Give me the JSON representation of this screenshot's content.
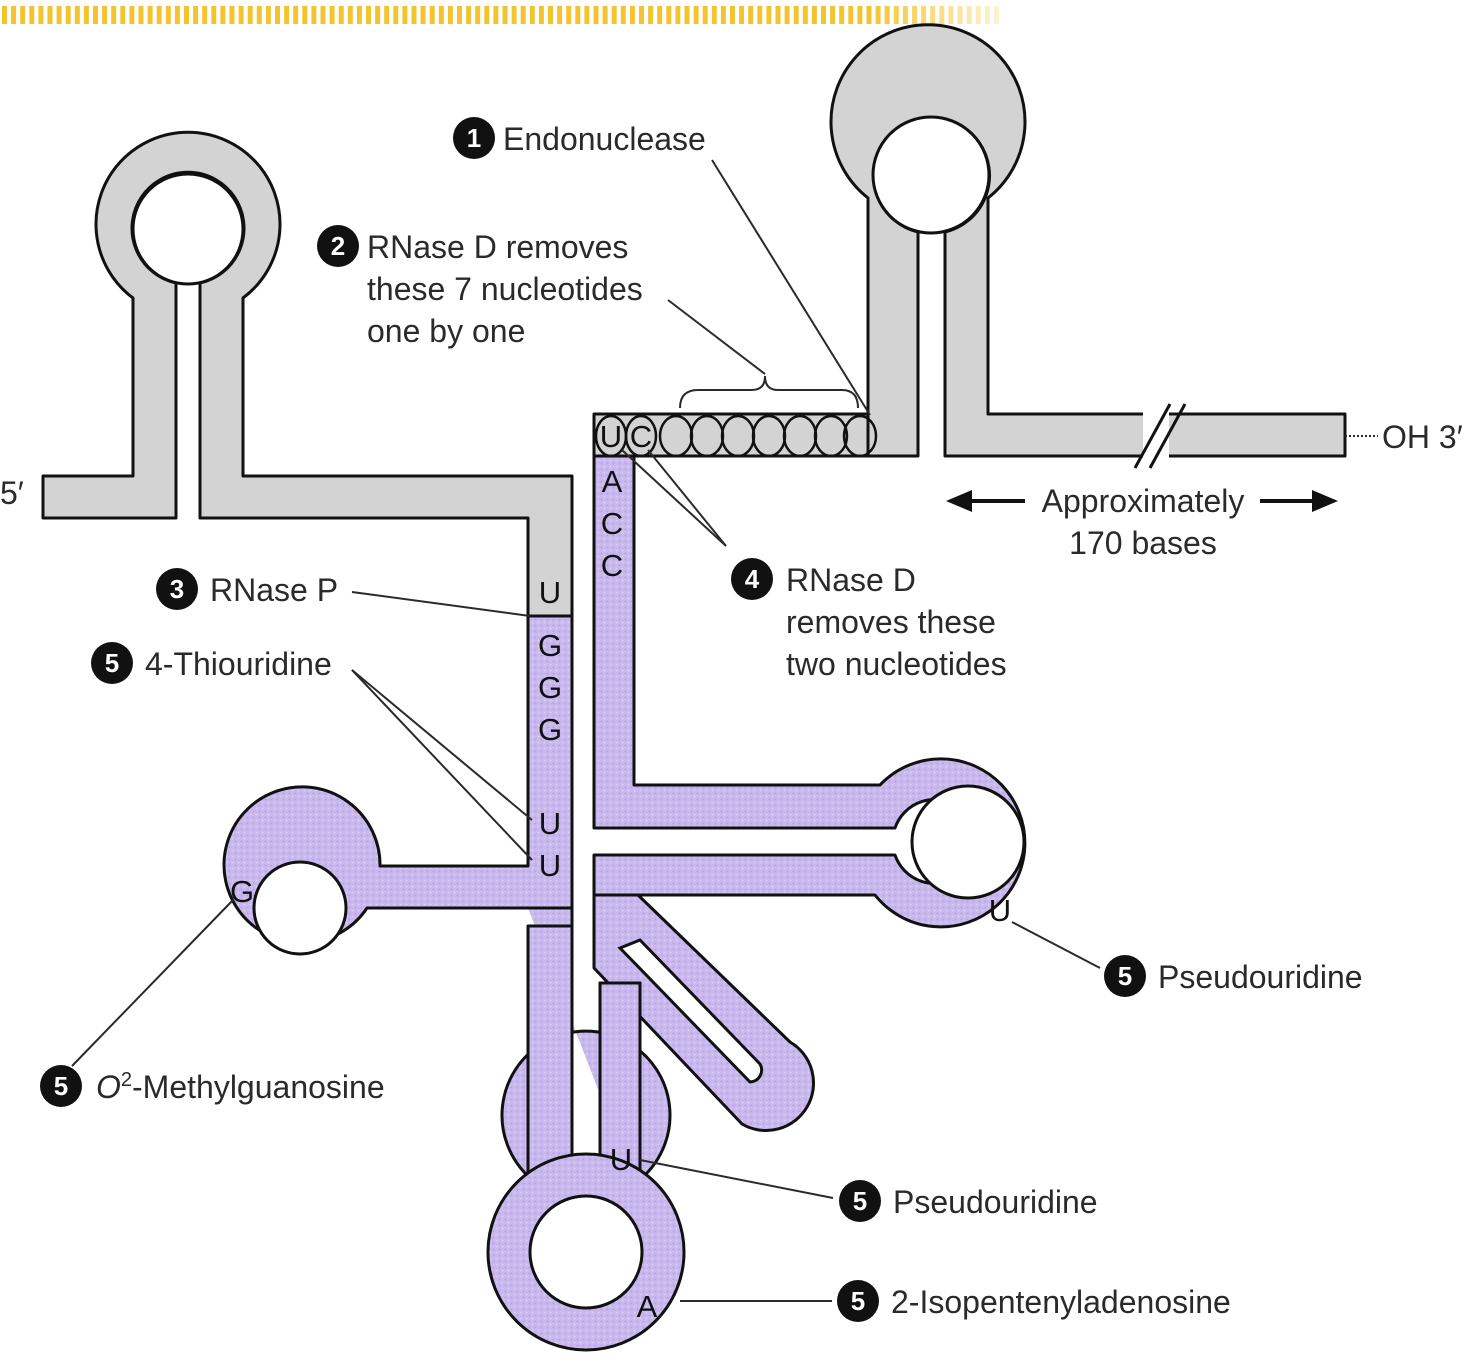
{
  "colors": {
    "gray_backbone": "#d3d3d3",
    "trna_fill": "#c8b8ee",
    "stripe": "#f2c530",
    "badge": "#111111"
  },
  "ends": {
    "five_prime": "5′",
    "three_prime": "OH 3′"
  },
  "length_note": {
    "line1": "Approximately",
    "line2": "170 bases"
  },
  "steps": [
    {
      "number": "1",
      "lines": [
        "Endonuclease"
      ]
    },
    {
      "number": "2",
      "lines": [
        "RNase D removes",
        "these 7 nucleotides",
        "one by one"
      ]
    },
    {
      "number": "3",
      "lines": [
        "RNase P"
      ]
    },
    {
      "number": "4",
      "lines": [
        "RNase D",
        "removes these",
        "two nucleotides"
      ]
    }
  ],
  "modifications": [
    {
      "number": "5",
      "name": "4-Thiouridine"
    },
    {
      "number": "5",
      "name_italic": "O",
      "superscript": "2",
      "name_rest": "-Methylguanosine"
    },
    {
      "number": "5",
      "name": "Pseudouridine"
    },
    {
      "number": "5",
      "name": "Pseudouridine"
    },
    {
      "number": "5",
      "name": "2-Isopentenyladenosine"
    }
  ],
  "bases": {
    "removed_pair": [
      "U",
      "C"
    ],
    "acceptor_end": [
      "A",
      "C",
      "C"
    ],
    "cleavage_site": "U",
    "stem": [
      "G",
      "G",
      "G",
      "U",
      "U"
    ],
    "d_loop": "G",
    "t_loop": "U",
    "anticodon_stem": "U",
    "anticodon_loop": "A"
  },
  "icons": [
    "numbered-badge",
    "double-arrow",
    "break-mark"
  ]
}
